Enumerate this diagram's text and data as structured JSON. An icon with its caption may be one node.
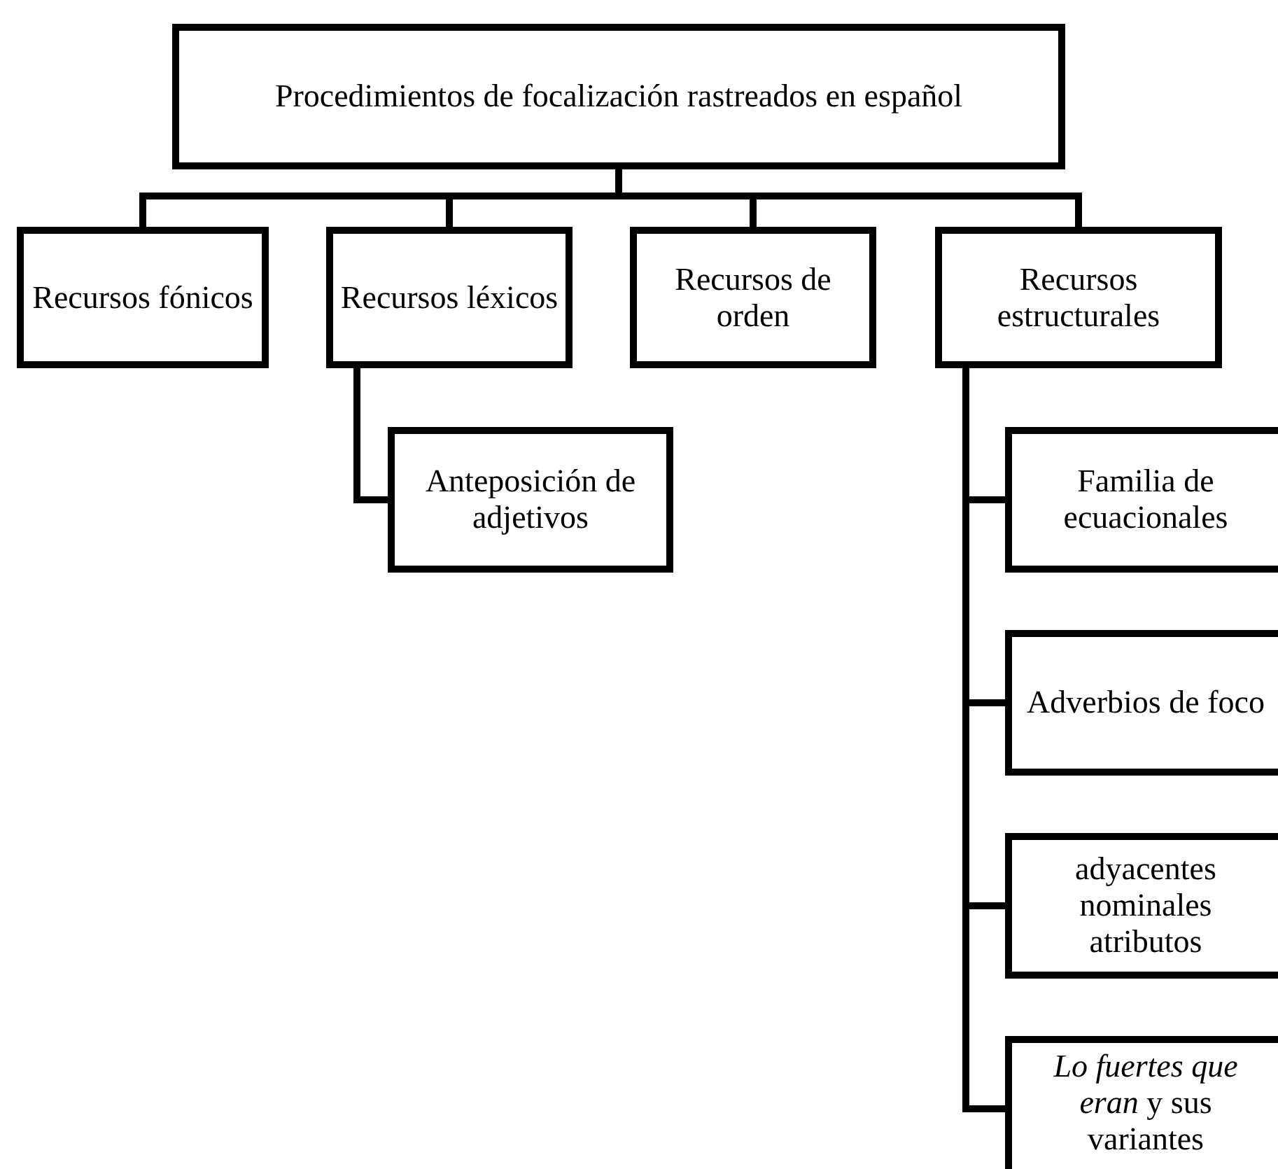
{
  "diagram": {
    "nodes": [
      {
        "text": [
          "Procedimientos de focalización rastreados en español"
        ]
      },
      {
        "text": [
          "Recursos fónicos"
        ]
      },
      {
        "text": [
          "Recursos léxicos"
        ]
      },
      {
        "text": [
          "Recursos de orden"
        ]
      },
      {
        "text": [
          "Recursos estructurales"
        ]
      },
      {
        "text": [
          "Anteposición de adjetivos"
        ]
      },
      {
        "text": [
          "Familia de ecuacionales"
        ]
      },
      {
        "text": [
          "Adverbios de foco"
        ]
      },
      {
        "text": [
          "adyacentes nominales atributos"
        ]
      },
      {
        "text": [
          "*Lo fuertes que eran* y sus variantes"
        ]
      }
    ],
    "edges": [
      {
        "from": 0,
        "to": 1,
        "arrow": "none"
      },
      {
        "from": 0,
        "to": 2,
        "arrow": "none"
      },
      {
        "from": 0,
        "to": 3,
        "arrow": "none"
      },
      {
        "from": 0,
        "to": 4,
        "arrow": "none"
      },
      {
        "from": 2,
        "to": 5,
        "arrow": "none"
      },
      {
        "from": 4,
        "to": 6,
        "arrow": "none"
      },
      {
        "from": 4,
        "to": 7,
        "arrow": "none"
      },
      {
        "from": 4,
        "to": 8,
        "arrow": "none"
      },
      {
        "from": 4,
        "to": 9,
        "arrow": "none"
      }
    ]
  }
}
